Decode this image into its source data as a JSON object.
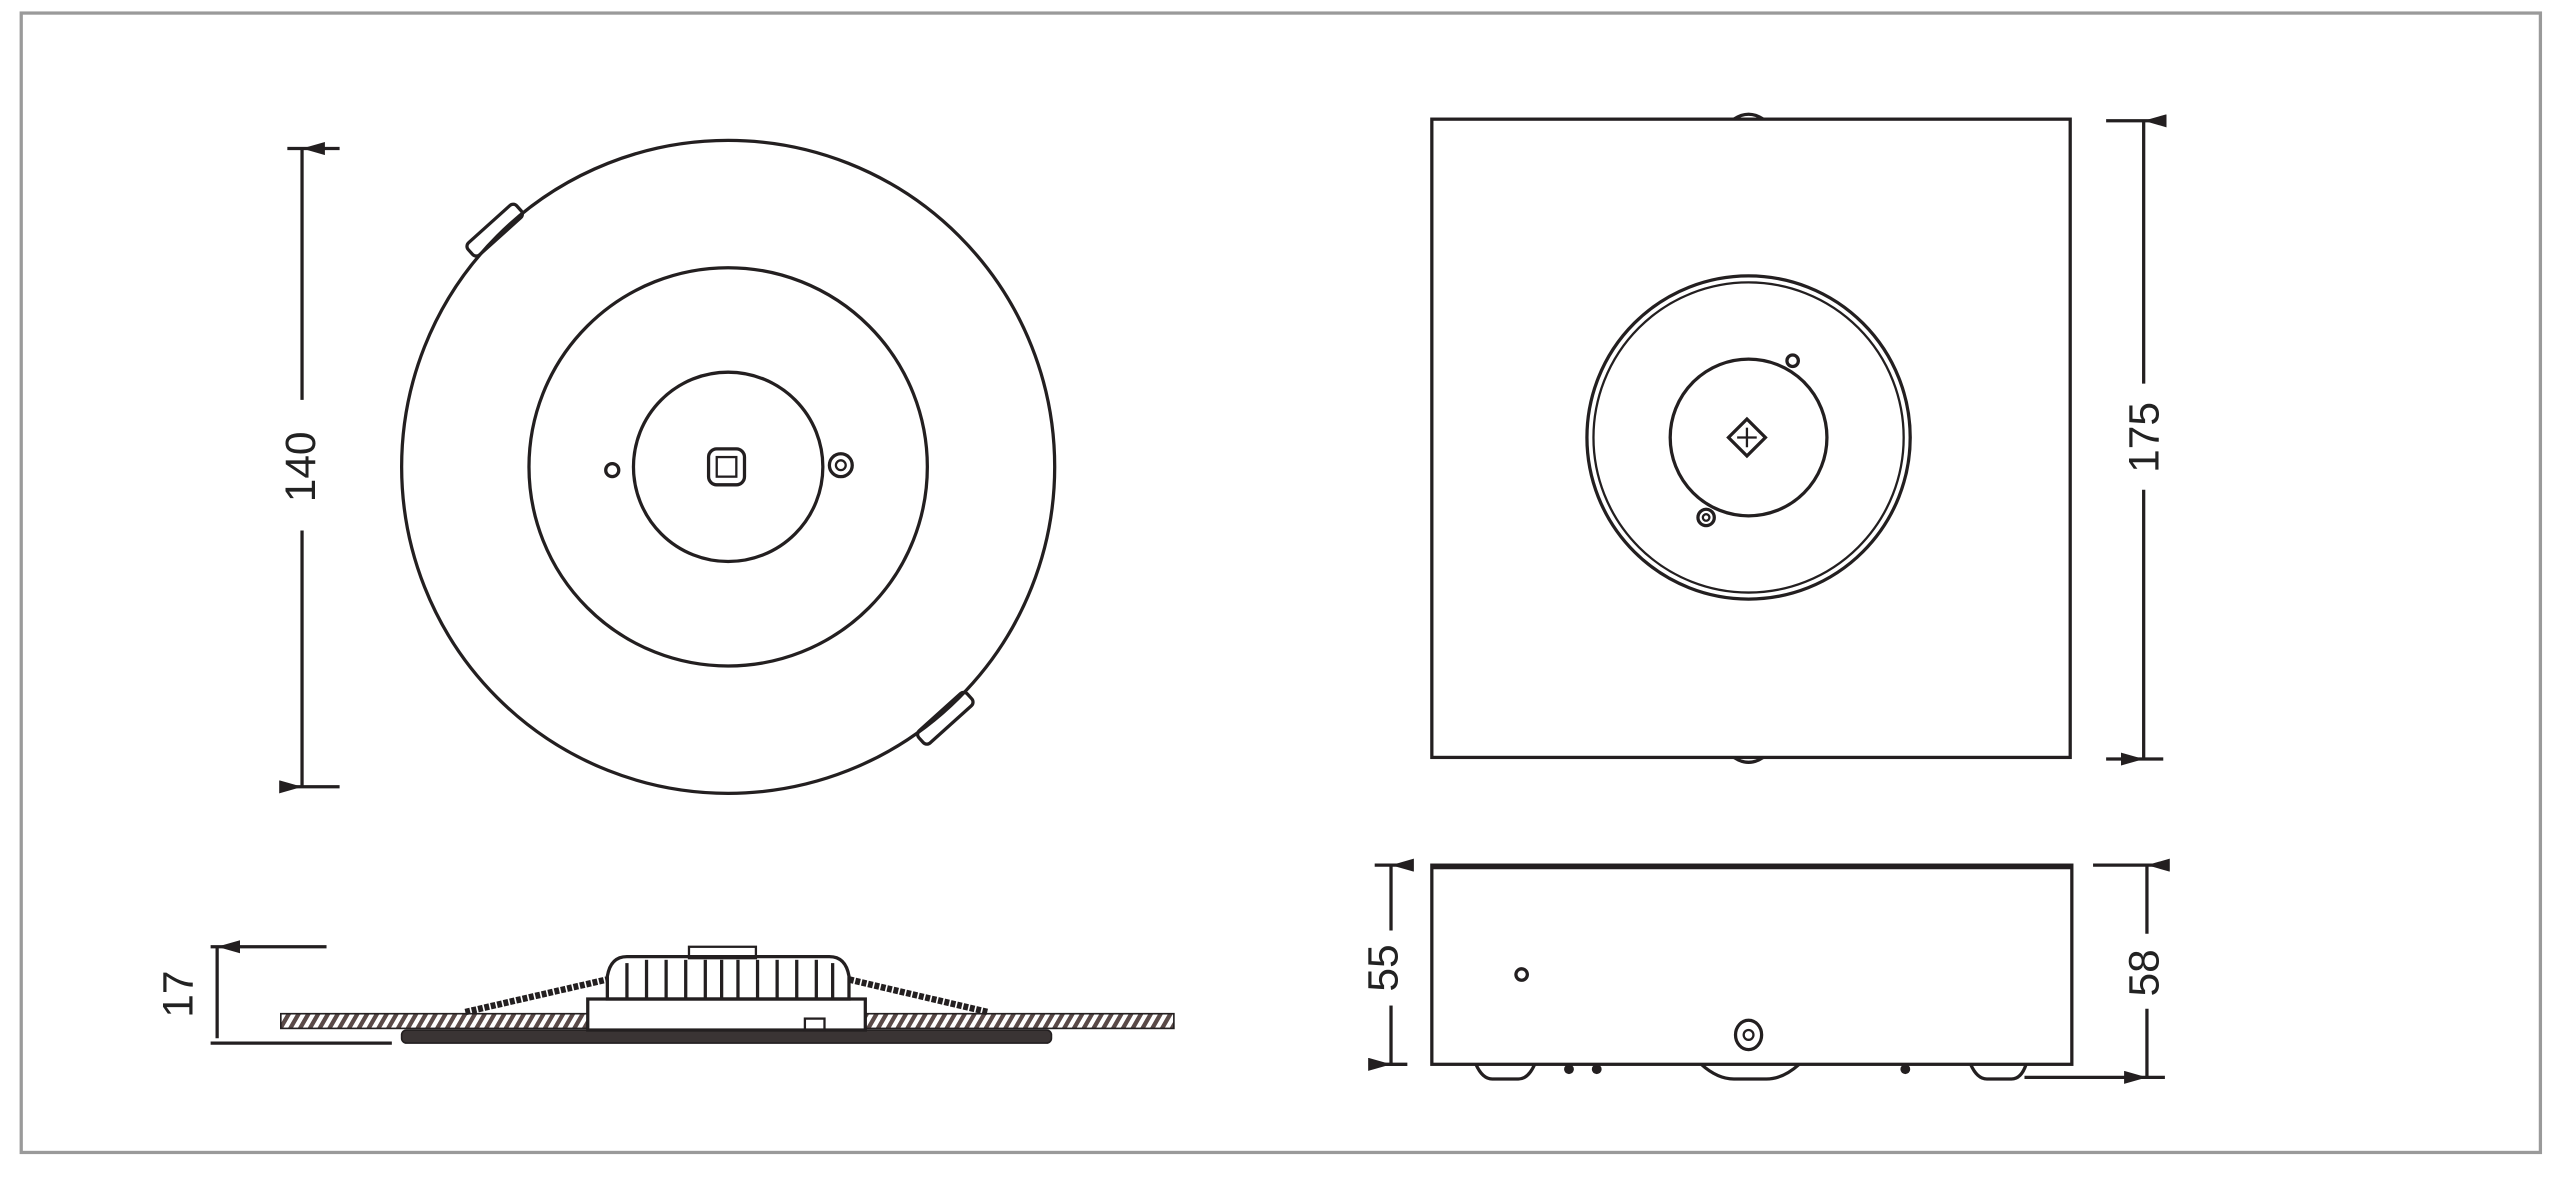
{
  "drawing": {
    "title": "Emergency luminaire technical drawing",
    "round_recessed": {
      "diameter_label": "140",
      "height_label": "17"
    },
    "surface_box": {
      "width_label": "175",
      "body_height_label": "55",
      "total_height_label": "58"
    }
  },
  "colors": {
    "line": "#231f20",
    "frame": "#9a9a9a",
    "hatch": "#5a4a48"
  }
}
